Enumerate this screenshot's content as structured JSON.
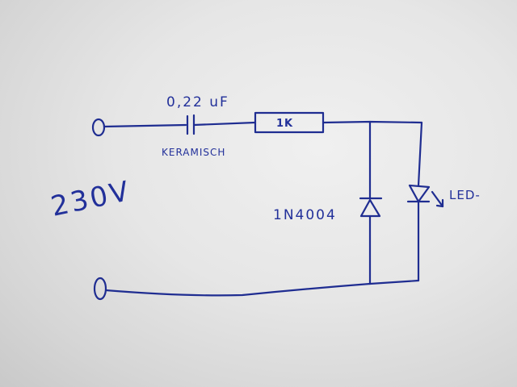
{
  "diagram": {
    "supply_voltage": "230V",
    "capacitor_value": "0,22 uF",
    "capacitor_type": "KERAMISCH",
    "resistor_value": "1K",
    "diode_label": "1N4004",
    "led_label": "LED-"
  },
  "colors": {
    "ink": "#1f2d91",
    "paper": "#e6e6e6"
  }
}
